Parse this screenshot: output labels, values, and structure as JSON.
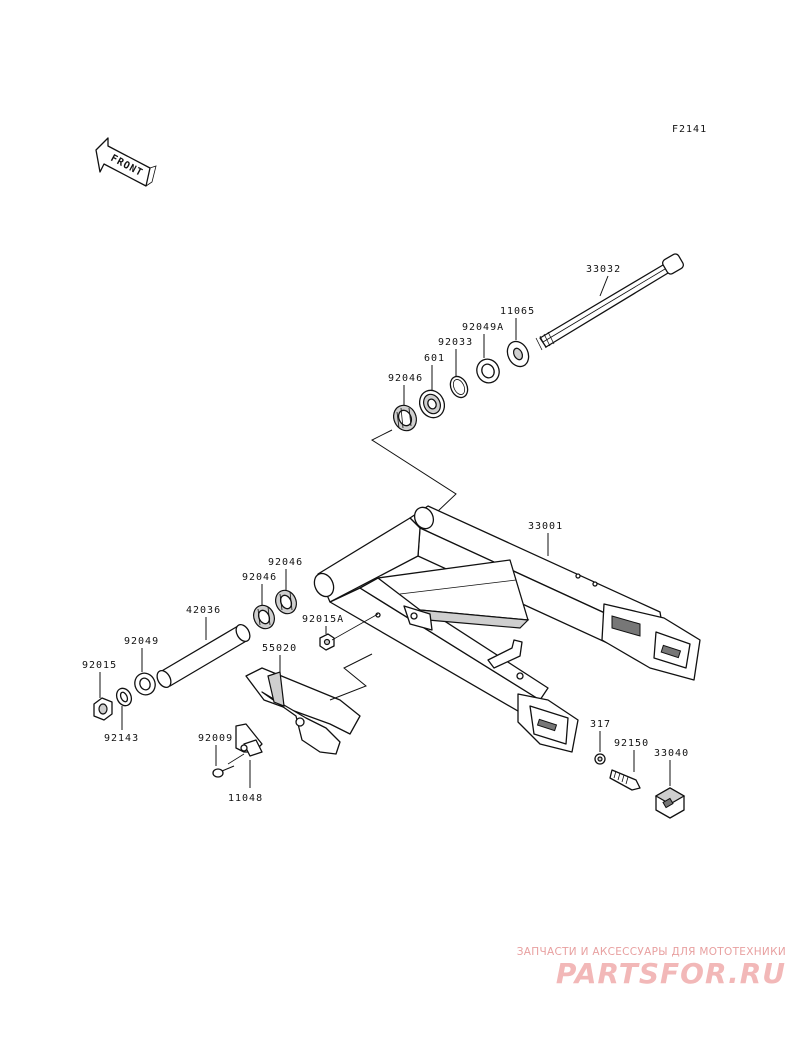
{
  "diagram": {
    "figure_code": "F2141",
    "front_label": "FRONT",
    "labels": {
      "p33032": "33032",
      "p11065": "11065",
      "p92049A": "92049A",
      "p92033": "92033",
      "p601": "601",
      "p92046_top": "92046",
      "p33001": "33001",
      "p92046_a": "92046",
      "p92046_b": "92046",
      "p42036": "42036",
      "p92015A": "92015A",
      "p92049": "92049",
      "p55020": "55020",
      "p92015": "92015",
      "p92143": "92143",
      "p92009": "92009",
      "p11048": "11048",
      "p317": "317",
      "p92150": "92150",
      "p33040": "33040"
    }
  },
  "watermark": {
    "caption": "ЗАПЧАСТИ И АКСЕССУАРЫ ДЛЯ МОТОТЕХНИКИ",
    "logo": "PARTSFOR.RU"
  }
}
